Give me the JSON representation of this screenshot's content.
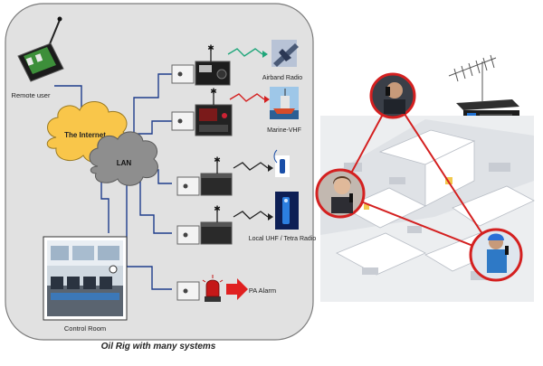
{
  "left_diagram": {
    "remote_user_label": "Remote user",
    "internet_label": "The Internet",
    "lan_label": "LAN",
    "control_room_label": "Control Room",
    "airband_label": "Airband Radio",
    "marine_label": "Marine-VHF",
    "uhf_label": "Local UHF / Tetra Radio",
    "pa_label": "PA Alarm"
  },
  "caption": "Oil Rig with many systems",
  "colors": {
    "panel_bg": "#e1e1e1",
    "internet_cloud": "#f9c64a",
    "lan_cloud": "#8e8e8e",
    "link_line": "#1f3d8c",
    "radio_link_airband": "#1fa67a",
    "radio_link_marine": "#d42020",
    "radio_link_dark": "#222222",
    "pa_arrow": "#e02020",
    "coverage_line": "#d42020"
  },
  "icons": {
    "remote_user": "desktop-intercom-icon",
    "airband": "aircraft-icon",
    "marine": "ship-icon",
    "uhf": "radio-handset-icon",
    "pa": "siren-icon",
    "arrow": "arrow-right-icon",
    "antenna": "yagi-antenna-icon"
  }
}
